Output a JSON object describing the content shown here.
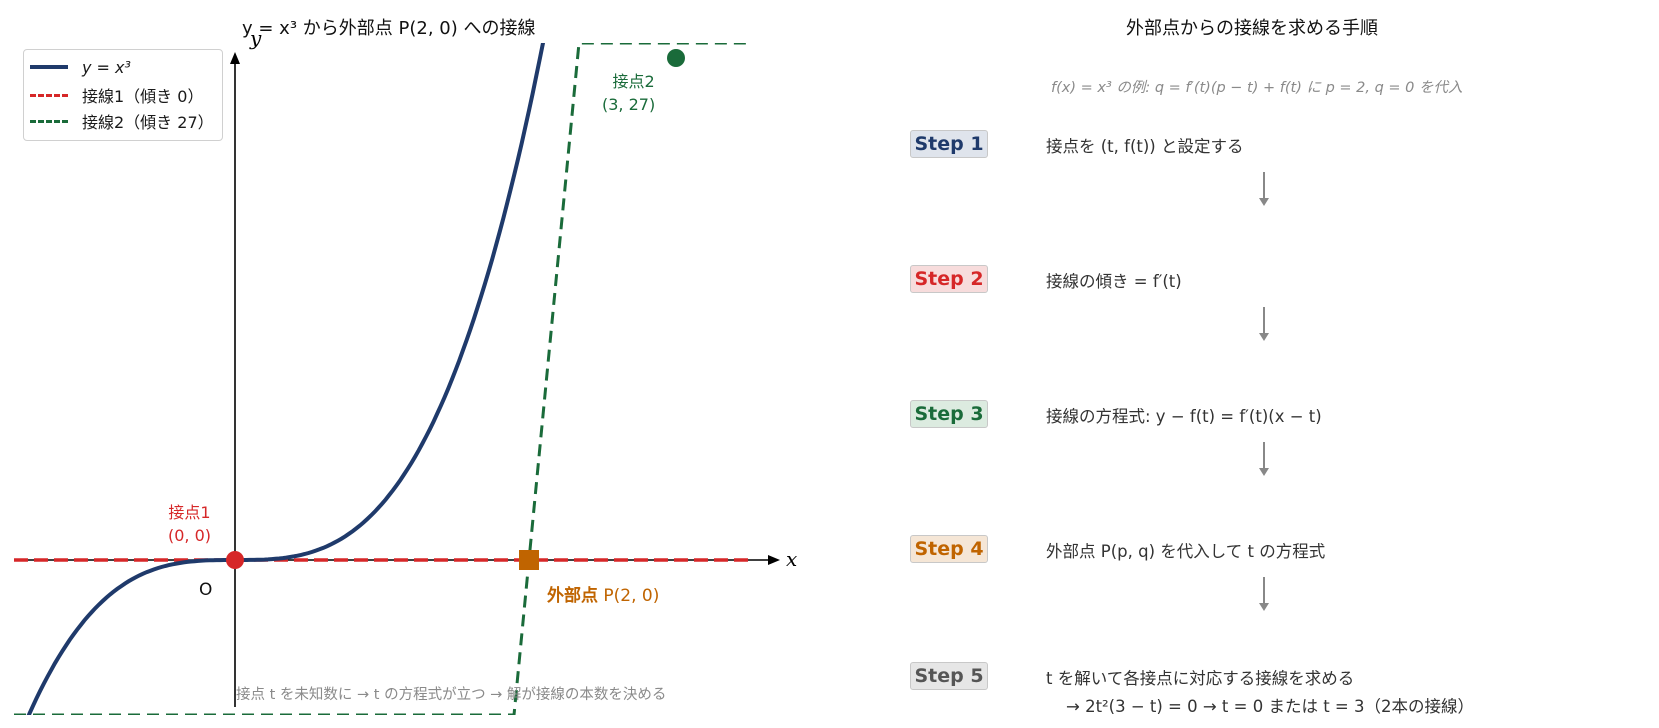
{
  "chart": {
    "title": "y = x³ から外部点 P(2, 0) への接線",
    "x_axis_label": "x",
    "y_axis_label": "y",
    "origin_label": "O",
    "legend": [
      {
        "label": "y = x³",
        "color": "#1f3a6b",
        "style": "solid"
      },
      {
        "label": "接線1（傾き 0）",
        "color": "#d62728",
        "style": "dashed"
      },
      {
        "label": "接線2（傾き 27）",
        "color": "#1a6b3a",
        "style": "dashed"
      }
    ],
    "annotations": {
      "tangent_point_1_name": "接点1",
      "tangent_point_1_coords": "(0, 0)",
      "tangent_point_2_name": "接点2",
      "tangent_point_2_coords": "(3, 27)",
      "external_point_name": "外部点",
      "external_point_coords": "P(2, 0)"
    },
    "footnote": "接点 t を未知数に → t の方程式が立つ → 解が接線の本数を決める",
    "colors": {
      "curve": "#1f3a6b",
      "tangent1": "#d62728",
      "tangent2": "#1a6b3a",
      "external_point": "#c06400"
    }
  },
  "chart_data": {
    "type": "line",
    "title": "y = x³ から外部点 P(2, 0) への接線",
    "xlabel": "x",
    "ylabel": "y",
    "xlim": [
      -1.5,
      3.5
    ],
    "ylim": [
      -2.8,
      9.2
    ],
    "grid": false,
    "legend_position": "upper left",
    "series": [
      {
        "name": "y = x³",
        "function": "x^3",
        "x": [
          -1.5,
          -1,
          -0.5,
          0,
          0.5,
          1,
          1.5,
          2,
          2.1
        ],
        "y": [
          -3.375,
          -1,
          -0.125,
          0,
          0.125,
          1,
          3.375,
          8,
          9.26
        ]
      },
      {
        "name": "接線1（傾き 0）",
        "function": "y = 0",
        "slope": 0,
        "x": [
          -1.5,
          3.5
        ],
        "y": [
          0,
          0
        ]
      },
      {
        "name": "接線2（傾き 27）",
        "function": "y = 27x - 54",
        "slope": 27,
        "x": [
          1.9,
          2.34
        ],
        "y": [
          -2.7,
          9.2
        ]
      }
    ],
    "points": [
      {
        "label": "接点1",
        "x": 0,
        "y": 0,
        "color": "#d62728",
        "marker": "circle"
      },
      {
        "label": "接点2",
        "x": 3,
        "y": 27,
        "color": "#1a6b3a",
        "marker": "circle"
      },
      {
        "label": "外部点 P",
        "x": 2,
        "y": 0,
        "color": "#c06400",
        "marker": "square"
      }
    ]
  },
  "panel": {
    "title": "外部点からの接線を求める手順",
    "subtitle": "f(x) = x³ の例: q = f′(t)(p − t) + f(t) に p = 2, q = 0 を代入",
    "steps": [
      {
        "label": "Step 1",
        "text": "接点を (t,  f(t)) と設定する",
        "text2": "",
        "color": "#1f3a6b",
        "bg": "#dfe4ec"
      },
      {
        "label": "Step 2",
        "text": "接線の傾き  = f′(t)",
        "text2": "",
        "color": "#d62728",
        "bg": "#f7dcdc"
      },
      {
        "label": "Step 3",
        "text": "接線の方程式: y − f(t) = f′(t)(x − t)",
        "text2": "",
        "color": "#1a6b3a",
        "bg": "#dcebe0"
      },
      {
        "label": "Step 4",
        "text": "外部点 P(p,  q) を代入して t の方程式",
        "text2": "",
        "color": "#c06400",
        "bg": "#f5e6d6"
      },
      {
        "label": "Step 5",
        "text": "t を解いて各接点に対応する接線を求める",
        "text2": "→ 2t²(3 − t) = 0 → t = 0 または t = 3（2本の接線）",
        "color": "#555555",
        "bg": "#e6e6e6"
      }
    ]
  }
}
